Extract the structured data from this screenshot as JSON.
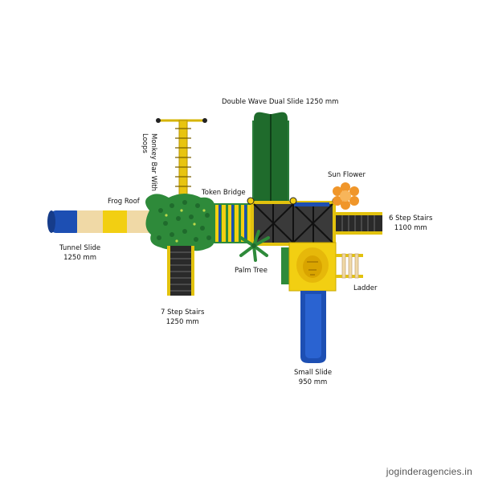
{
  "labels": {
    "double_wave": "Double Wave Dual Slide 1250 mm",
    "sun_flower": "Sun Flower",
    "monkey_bar_line1": "Monkey Bar With",
    "monkey_bar_line2": "Loops",
    "token_bridge": "Token Bridge",
    "frog_roof": "Frog Roof",
    "six_step_stairs_line1": "6 Step Stairs",
    "six_step_stairs_line2": "1100 mm",
    "tunnel_slide_line1": "Tunnel Slide",
    "tunnel_slide_line2": "1250 mm",
    "palm_tree": "Palm Tree",
    "ladder": "Ladder",
    "seven_step_stairs_line1": "7 Step Stairs",
    "seven_step_stairs_line2": "1250 mm",
    "small_slide_line1": "Small Slide",
    "small_slide_line2": "950 mm"
  },
  "watermark": "joginderagencies.in",
  "colors": {
    "green": "#1f6b2c",
    "frog_green": "#2e8a3a",
    "yellow": "#f2cf12",
    "blue": "#1d4fb3",
    "beige": "#f0d9a6",
    "dark": "#222222",
    "orange": "#f0962a"
  }
}
